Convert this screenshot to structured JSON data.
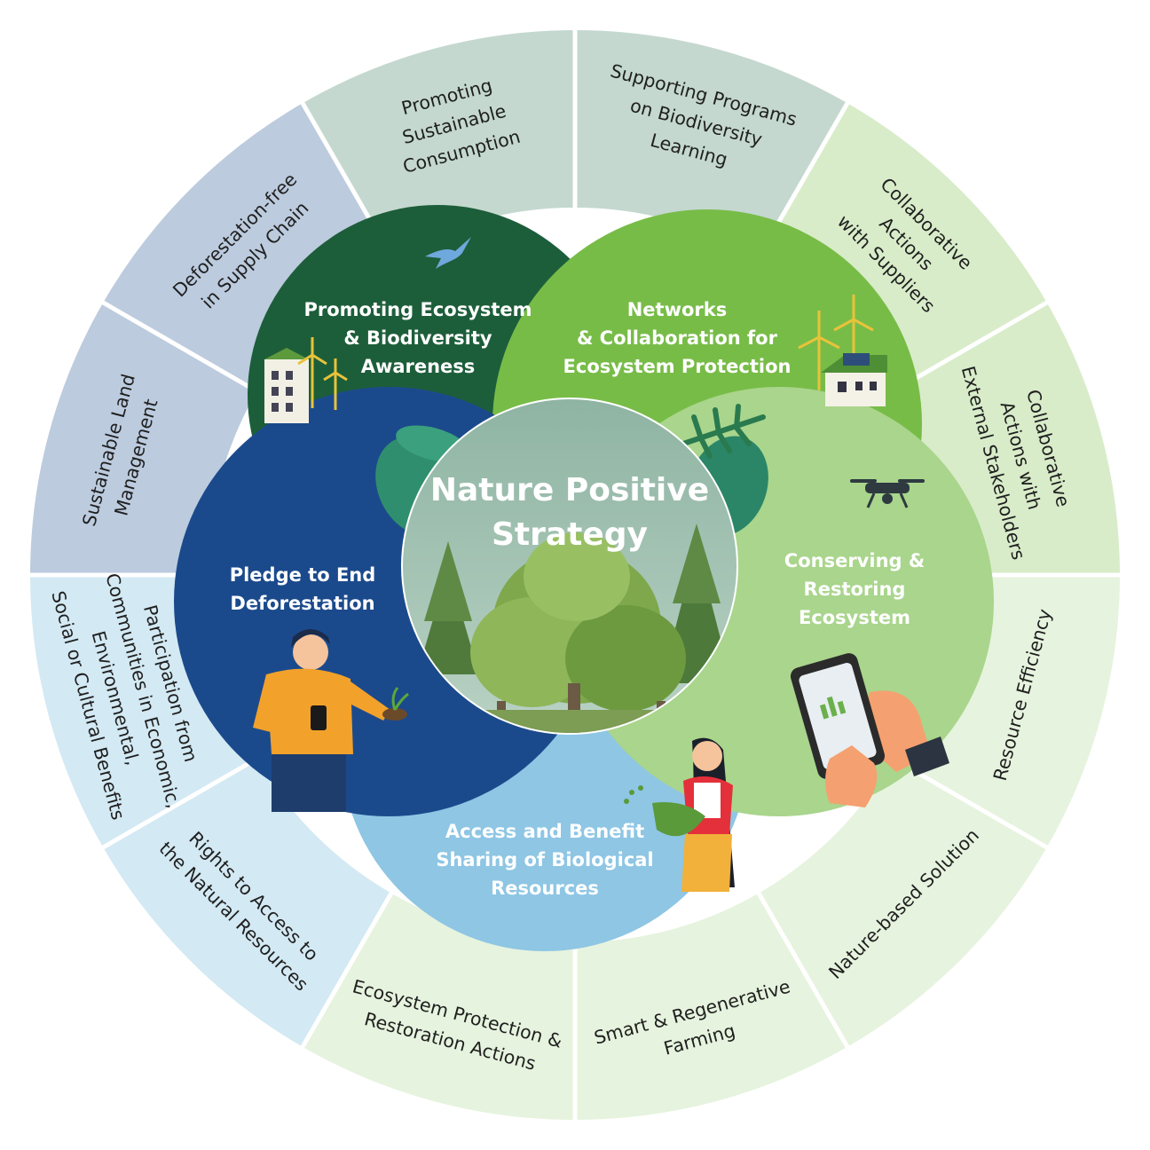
{
  "center": {
    "title": [
      "Nature Positive",
      "Strategy"
    ]
  },
  "pillars": [
    {
      "key": "awareness",
      "lines": [
        "Promoting Ecosystem",
        "& Biodiversity",
        "Awareness"
      ],
      "color": "#1d5e3a"
    },
    {
      "key": "networks",
      "lines": [
        "Networks",
        "& Collaboration for",
        "Ecosystem Protection"
      ],
      "color": "#78bc48"
    },
    {
      "key": "pledge",
      "lines": [
        "Pledge to End",
        "Deforestation"
      ],
      "color": "#1b4a8c"
    },
    {
      "key": "conserving",
      "lines": [
        "Conserving &",
        "Restoring",
        "Ecosystem"
      ],
      "color": "#a9d58c"
    },
    {
      "key": "access",
      "lines": [
        "Access and Benefit",
        "Sharing of Biological",
        "Resources"
      ],
      "color": "#8ec6e4"
    }
  ],
  "segments": [
    {
      "lines": [
        "Supporting Programs",
        "on Biodiversity",
        "Learning"
      ],
      "color": "#c4d8cf"
    },
    {
      "lines": [
        "Collaborative",
        "Actions",
        "with Suppliers"
      ],
      "color": "#d8ecc9"
    },
    {
      "lines": [
        "Collaborative",
        "Actions with",
        "External Stakeholders"
      ],
      "color": "#d8ecc9"
    },
    {
      "lines": [
        "Resource Efficiency"
      ],
      "color": "#e6f3de"
    },
    {
      "lines": [
        "Nature-based Solution"
      ],
      "color": "#e6f3de"
    },
    {
      "lines": [
        "Smart & Regenerative",
        "Farming"
      ],
      "color": "#e6f3de"
    },
    {
      "lines": [
        "Ecosystem Protection &",
        "Restoration Actions"
      ],
      "color": "#e6f3de"
    },
    {
      "lines": [
        "Rights to Access to",
        "the Natural Resources"
      ],
      "color": "#d3e9f3"
    },
    {
      "lines": [
        "Participation from",
        "Communities in Economic,",
        "Environmental,",
        "Social or Cultural Benefits"
      ],
      "color": "#d3e9f3"
    },
    {
      "lines": [
        "Sustainable Land",
        "Management"
      ],
      "color": "#bccbde"
    },
    {
      "lines": [
        "Deforestation-free",
        "in Supply Chain"
      ],
      "color": "#bccbde"
    },
    {
      "lines": [
        "Promoting",
        "Sustainable",
        "Consumption"
      ],
      "color": "#c4d8cf"
    }
  ],
  "illustrations": [
    "bird-icon",
    "buildings-icon",
    "wind-turbines-icon",
    "house-solar-icon",
    "drone-icon",
    "monstera-leaf-icon",
    "palm-leaf-icon",
    "trees-icon",
    "worker-holding-seedling-icon",
    "farmer-woman-icon",
    "phone-in-hand-icon"
  ]
}
